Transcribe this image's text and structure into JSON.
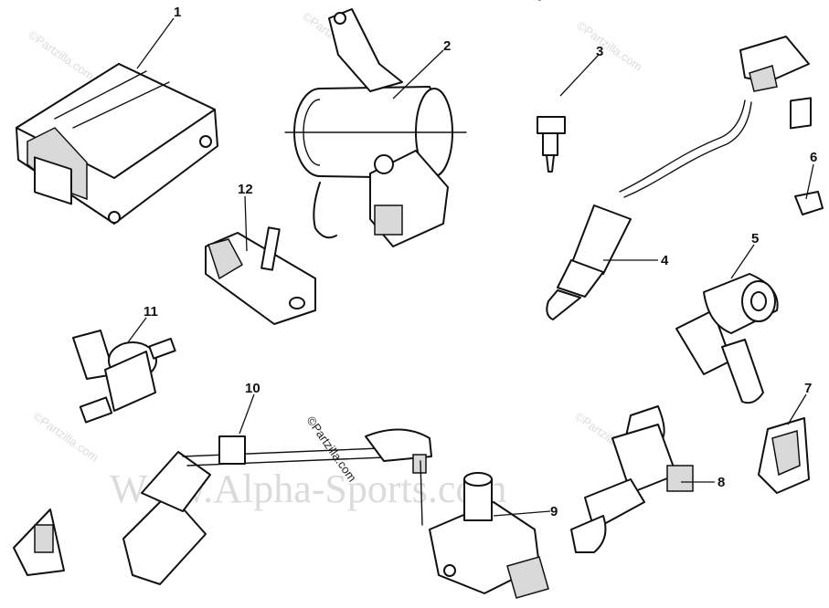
{
  "diagram": {
    "callouts": [
      "1",
      "2",
      "3",
      "4",
      "5",
      "6",
      "7",
      "8",
      "9",
      "10",
      "11",
      "12"
    ],
    "watermarks": {
      "small": "©Partzilla.com",
      "main": "Www.Alpha-Sports.com",
      "center": "©Partzilla.com"
    }
  }
}
